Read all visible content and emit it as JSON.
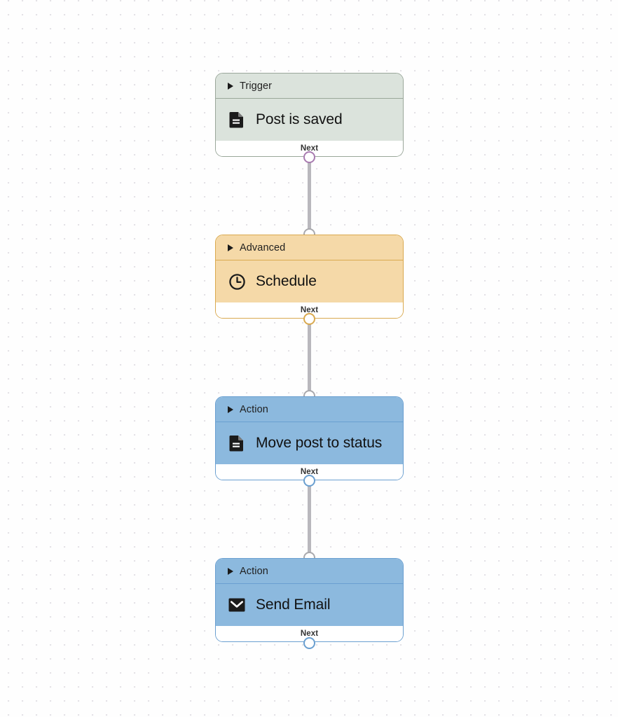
{
  "canvas": {
    "grid": "dot-grid",
    "background_color": "#fefefe",
    "dot_color": "#e4e2e6"
  },
  "palette": {
    "trigger_fill": "#dbe3dc",
    "trigger_border": "#9aa79a",
    "advanced_fill": "#f5d9a8",
    "advanced_border": "#d9a94f",
    "action_fill": "#8cb9de",
    "action_border": "#6a9fd0",
    "edge_color": "#b9b8bd",
    "port_purple": "#a87bb0",
    "port_tan": "#d9a94f",
    "port_blue": "#6a9fd0"
  },
  "nodes": [
    {
      "id": "trigger-post-is-saved",
      "category": "Trigger",
      "title": "Post is saved",
      "icon": "document-icon",
      "footer": "Next",
      "theme": "green"
    },
    {
      "id": "advanced-schedule",
      "category": "Advanced",
      "title": "Schedule",
      "icon": "clock-icon",
      "footer": "Next",
      "theme": "orange"
    },
    {
      "id": "action-move-post-to-status",
      "category": "Action",
      "title": "Move post to status",
      "icon": "document-icon",
      "footer": "Next",
      "theme": "blue"
    },
    {
      "id": "action-send-email",
      "category": "Action",
      "title": "Send Email",
      "icon": "envelope-icon",
      "footer": "Next",
      "theme": "blue"
    }
  ],
  "connections": [
    {
      "from": "trigger-post-is-saved",
      "to": "advanced-schedule"
    },
    {
      "from": "advanced-schedule",
      "to": "action-move-post-to-status"
    },
    {
      "from": "action-move-post-to-status",
      "to": "action-send-email"
    }
  ]
}
